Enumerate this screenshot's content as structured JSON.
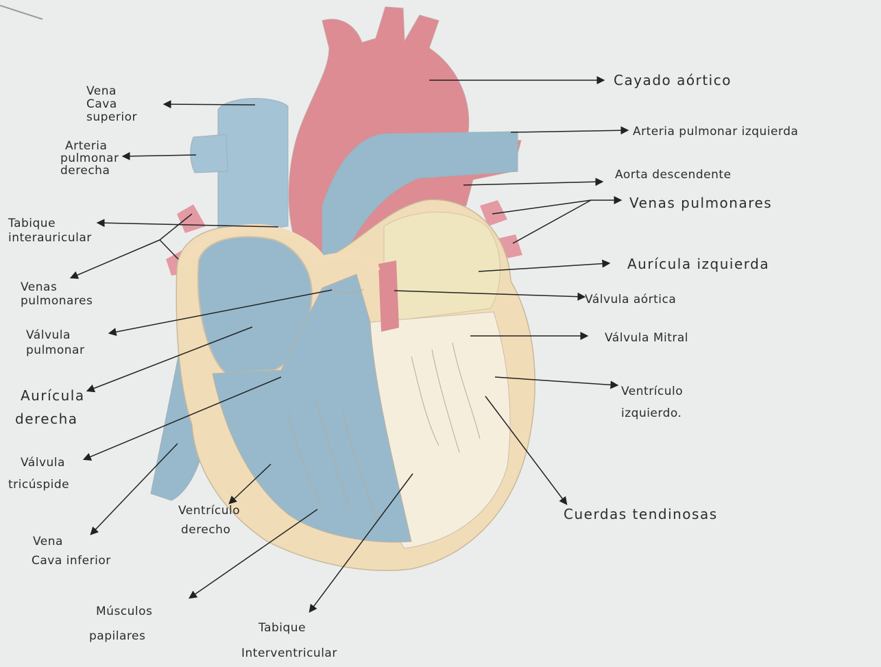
{
  "colors": {
    "paper": "#ebedec",
    "arterial_red": "#dc8c92",
    "venous_blue": "#98b9cc",
    "myocardium_cream": "#f1dcb8",
    "atrium_yellow": "#efe6bf",
    "ink": "#2b2b2e"
  },
  "labels": {
    "vena_cava_superior": [
      "Vena",
      "Cava",
      "superior"
    ],
    "arteria_pulmonar_derecha": [
      "Arteria",
      "pulmonar",
      "derecha"
    ],
    "tabique_interauricular": [
      "Tabique",
      "interauricular"
    ],
    "venas_pulmonares_left": [
      "Venas",
      "pulmonares"
    ],
    "valvula_pulmonar": [
      "Válvula",
      "pulmonar"
    ],
    "auricula_derecha": [
      "Aurícula",
      "derecha"
    ],
    "valvula_tricuspide": [
      "Válvula",
      "tricúspide"
    ],
    "vena_cava_inferior": [
      "Vena",
      "Cava inferior"
    ],
    "ventriculo_derecho": [
      "Ventrículo",
      "derecho"
    ],
    "musculos_papilares": [
      "Músculos",
      "papilares"
    ],
    "tabique_interventricular": [
      "Tabique",
      "Interventricular"
    ],
    "cayado_aortico": "Cayado aórtico",
    "arteria_pulmonar_izquierda": "Arteria pulmonar izquierda",
    "aorta_descendente": "Aorta descendente",
    "venas_pulmonares_right": "Venas pulmonares",
    "auricula_izquierda": "Aurícula izquierda",
    "valvula_aortica": "Válvula aórtica",
    "valvula_mitral": "Válvula Mitral",
    "ventriculo_izquierdo": [
      "Ventrículo",
      "izquierdo."
    ],
    "cuerdas_tendinosas": "Cuerdas tendinosas"
  }
}
